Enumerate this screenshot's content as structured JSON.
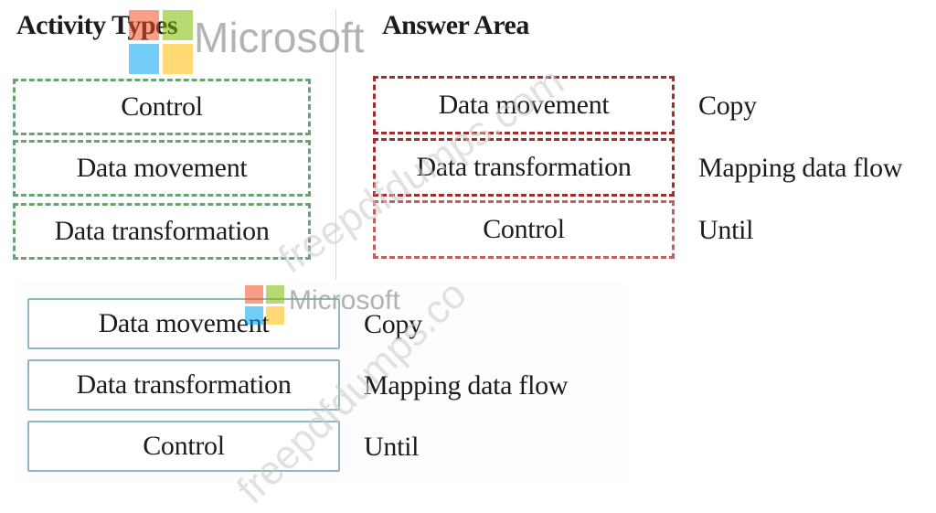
{
  "left_panel": {
    "title": "Activity Types",
    "items": [
      "Control",
      "Data movement",
      "Data transformation"
    ]
  },
  "answer_area": {
    "title": "Answer Area",
    "rows": [
      {
        "slot": "Data movement",
        "label": "Copy"
      },
      {
        "slot": "Data transformation",
        "label": "Mapping data flow"
      },
      {
        "slot": "Control",
        "label": "Until"
      }
    ]
  },
  "solution": {
    "rows": [
      {
        "slot": "Data movement",
        "label": "Copy"
      },
      {
        "slot": "Data transformation",
        "label": "Mapping data flow"
      },
      {
        "slot": "Control",
        "label": "Until"
      }
    ]
  },
  "watermarks": {
    "brand": "Microsoft",
    "site_top": "freepdfdumps.com",
    "site_bottom": "freepdfdumps.co"
  },
  "colors": {
    "source_border": "#6aa274",
    "answer_border": "#a62a2a",
    "solution_border": "#8cb8c2"
  }
}
